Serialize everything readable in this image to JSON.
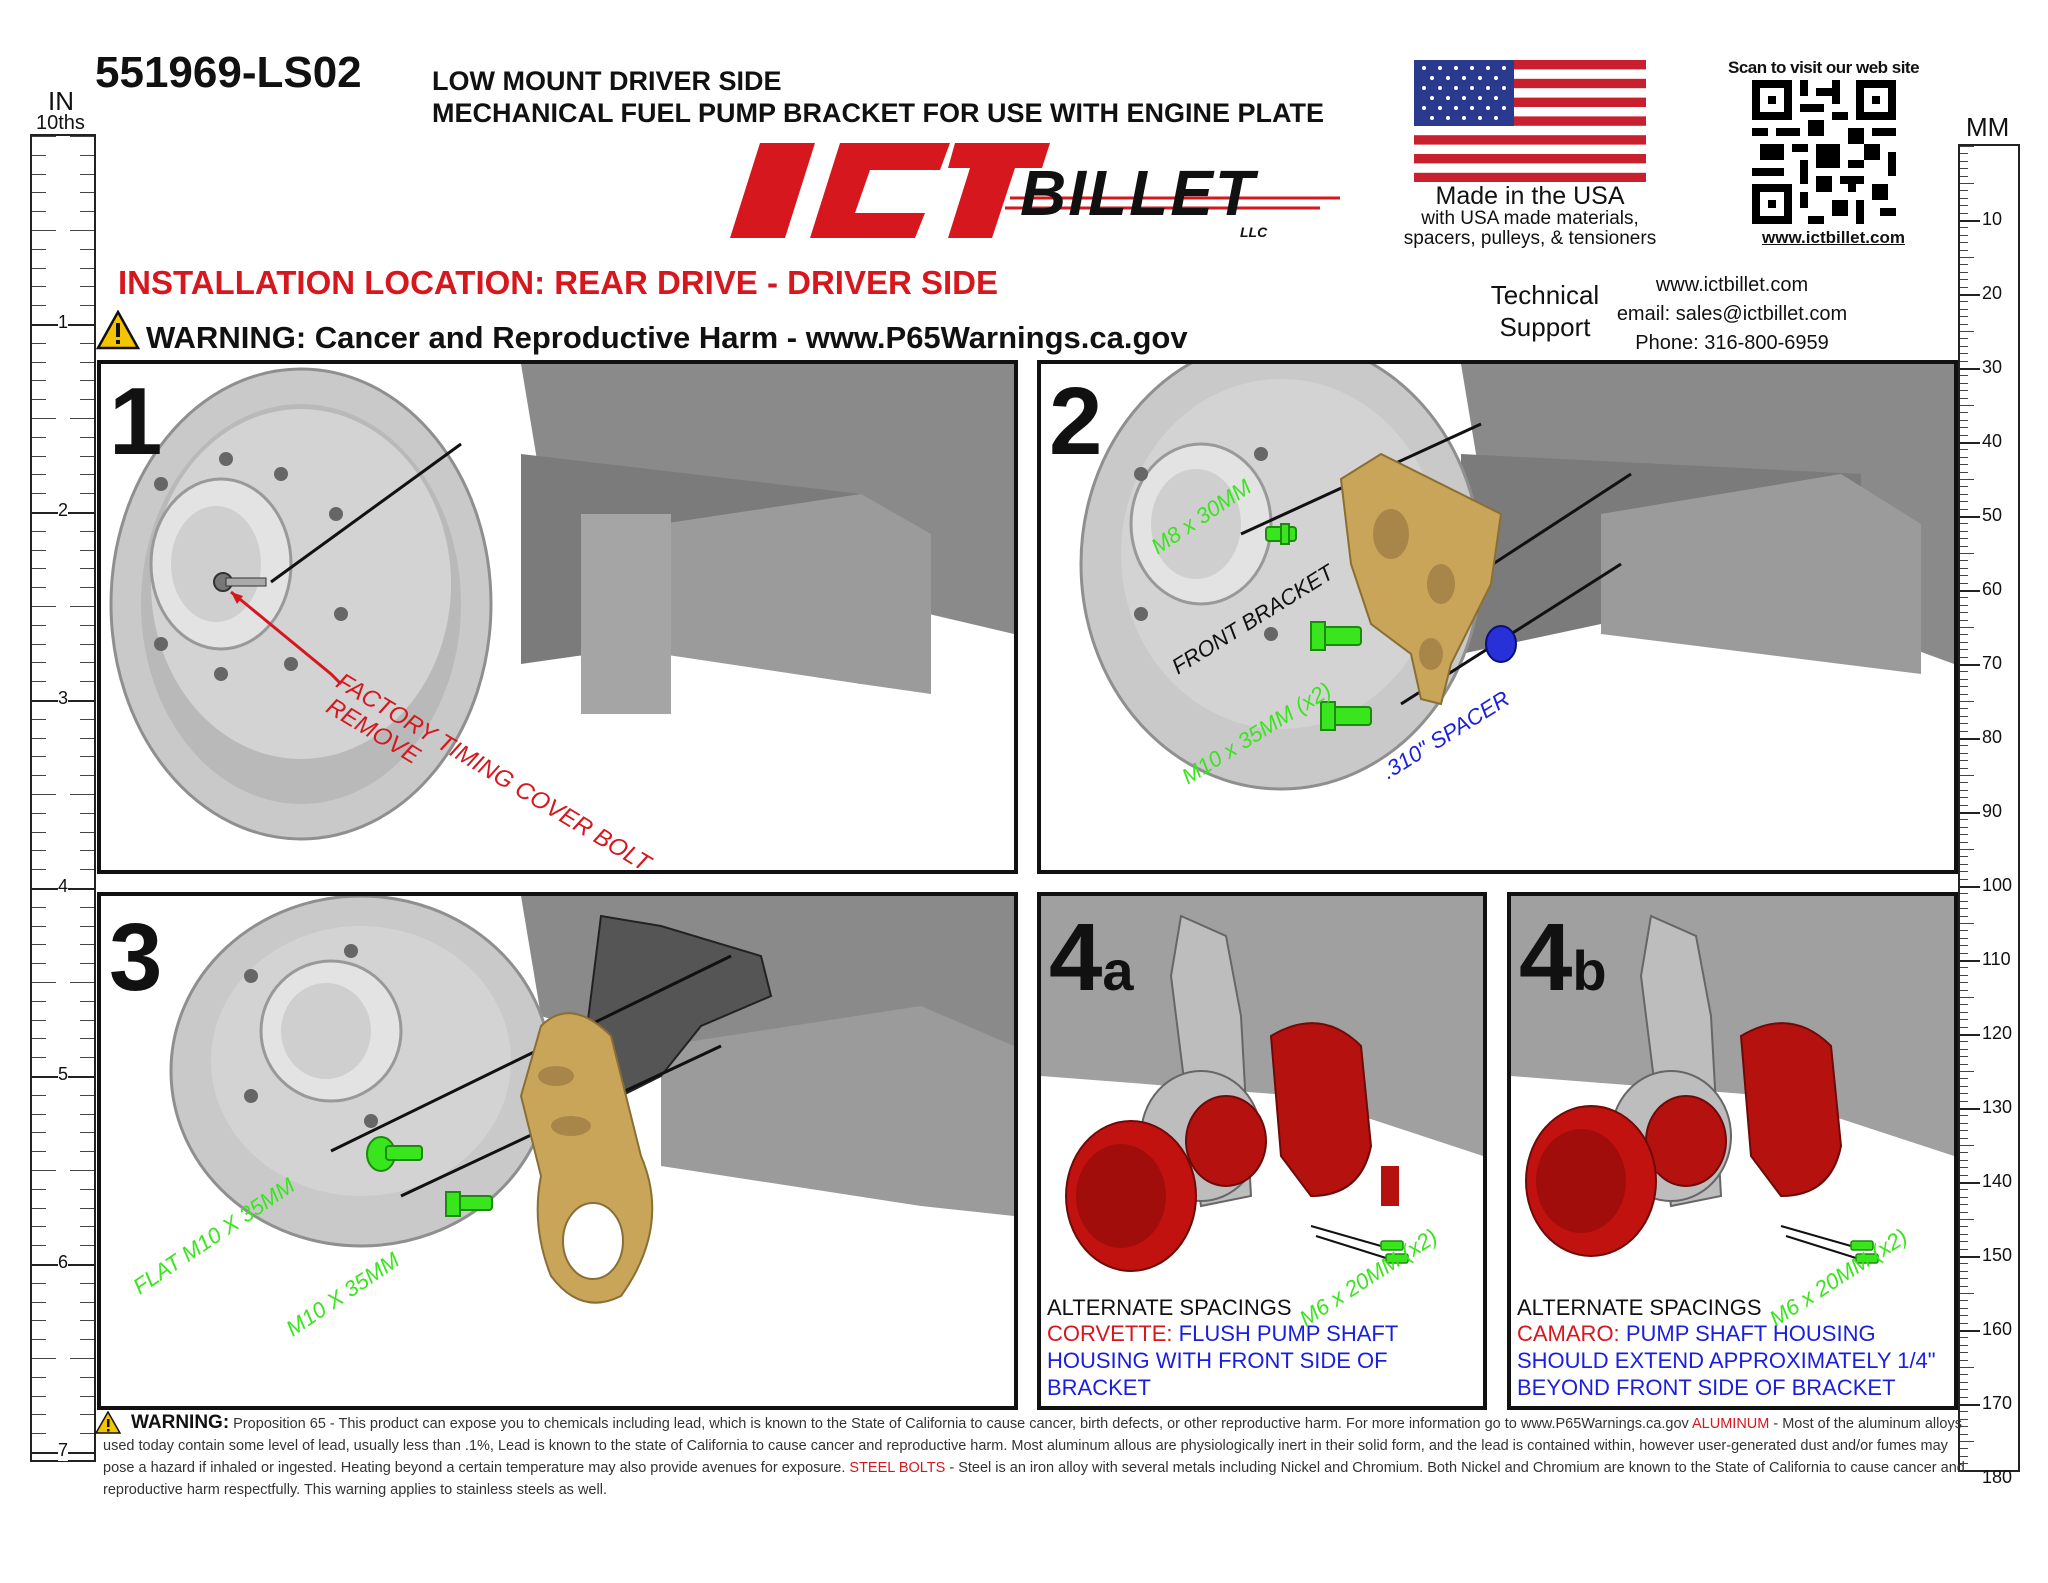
{
  "header": {
    "part_number": "551969-LS02",
    "subtitle_line1": "LOW MOUNT DRIVER SIDE",
    "subtitle_line2": "MECHANICAL FUEL PUMP BRACKET FOR USE WITH ENGINE PLATE"
  },
  "logo": {
    "ict": "ICT",
    "billet": "BILLET",
    "llc": "LLC"
  },
  "made_in_usa": {
    "title": "Made in the USA",
    "line2": "with USA made materials,",
    "line3": "spacers, pulleys, & tensioners"
  },
  "qr": {
    "caption": "Scan to visit our web site",
    "url_text": "www.ictbillet.com"
  },
  "install_location": "INSTALLATION LOCATION: REAR DRIVE - DRIVER SIDE",
  "warning_top": "WARNING: Cancer and Reproductive Harm - www.P65Warnings.ca.gov",
  "support": {
    "label_line1": "Technical",
    "label_line2": "Support",
    "website": "www.ictbillet.com",
    "email": "email: sales@ictbillet.com",
    "phone": "Phone: 316-800-6959"
  },
  "ruler_left": {
    "unit": "IN",
    "sub": "10ths",
    "labels": [
      "1",
      "2",
      "3",
      "4",
      "5",
      "6",
      "7"
    ]
  },
  "ruler_right": {
    "unit": "MM",
    "labels": [
      "10",
      "20",
      "30",
      "40",
      "50",
      "60",
      "70",
      "80",
      "90",
      "100",
      "110",
      "120",
      "130",
      "140",
      "150",
      "160",
      "170",
      "180"
    ]
  },
  "steps": {
    "s1": {
      "number": "1",
      "callout_line1": "FACTORY TIMING COVER BOLT",
      "callout_line2": "REMOVE"
    },
    "s2": {
      "number": "2",
      "bolt_top": "M8 x 30MM",
      "bracket": "FRONT BRACKET",
      "bolt_bottom": "M10 x 35MM  (x2)",
      "spacer": ".310\" SPACER"
    },
    "s3": {
      "number": "3",
      "bolt_flat": "FLAT  M10 X 35MM",
      "bolt": "M10 X 35MM"
    },
    "s4a": {
      "number": "4",
      "sub": "a",
      "bolt": "M6 x 20MM   (x2)",
      "alt_heading": "ALTERNATE SPACINGS",
      "model": "CORVETTE:",
      "note_first": "FLUSH PUMP SHAFT",
      "note_line2": "HOUSING WITH FRONT SIDE OF",
      "note_line3": "BRACKET"
    },
    "s4b": {
      "number": "4",
      "sub": "b",
      "bolt": "M6 x 20MM   (x2)",
      "alt_heading": "ALTERNATE SPACINGS",
      "model": "CAMARO:",
      "note_first": "PUMP SHAFT HOUSING",
      "note_line2": "SHOULD EXTEND APPROXIMATELY 1/4\"",
      "note_line3": "BEYOND FRONT SIDE OF BRACKET"
    }
  },
  "footer": {
    "warning_label": "WARNING:",
    "p1": " Proposition 65 - This product can expose you to chemicals including lead, which is known to the State of California to cause cancer, birth defects, or other reproductive harm. For more information go to www.P65Warnings.ca.gov  ",
    "aluminum_label": "ALUMINUM",
    "p2": " - Most of the aluminum alloys used today contain some level of lead, usually less than .1%, Lead is known to the state of California to cause cancer and reproductive harm. Most aluminum allous are physiologically inert in their solid form, and the lead is contained within, however user-generated dust and/or fumes may pose a hazard if inhaled or ingested. Heating beyond a certain temperature may also provide avenues for exposure.   ",
    "steel_label": "STEEL BOLTS",
    "p3": " - Steel is an iron alloy with several metals including Nickel and Chromium. Both Nickel and Chromium are known to the State of California to cause cancer and reproductive harm respectfully. This warning applies to stainless steels as well."
  },
  "colors": {
    "accent_red": "#d6171e",
    "bolt_green": "#39e51c",
    "spacer_blue": "#1a1ee0",
    "bracket_gold": "#c9a55a",
    "pump_red": "#b5120f",
    "engine_gray": "#9a9a9a"
  }
}
